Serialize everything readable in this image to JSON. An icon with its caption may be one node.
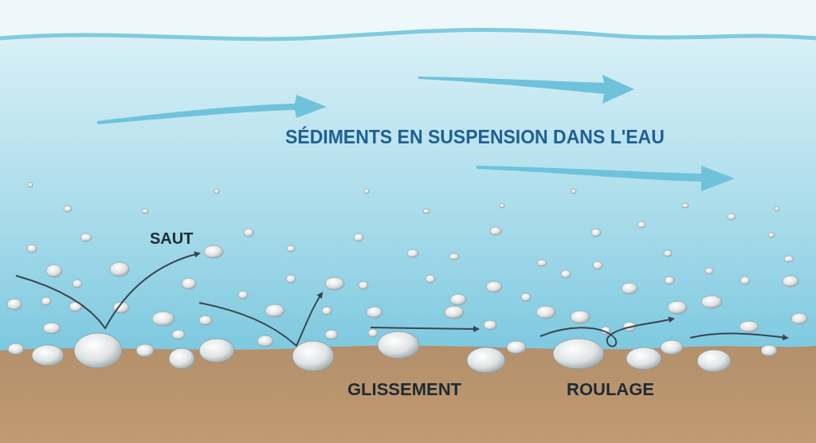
{
  "diagram": {
    "labels": [
      "SÉDIMENTS EN SUSPENSION DANS L'EAU",
      "SAUT",
      "GLISSEMENT",
      "ROULAGE"
    ]
  }
}
